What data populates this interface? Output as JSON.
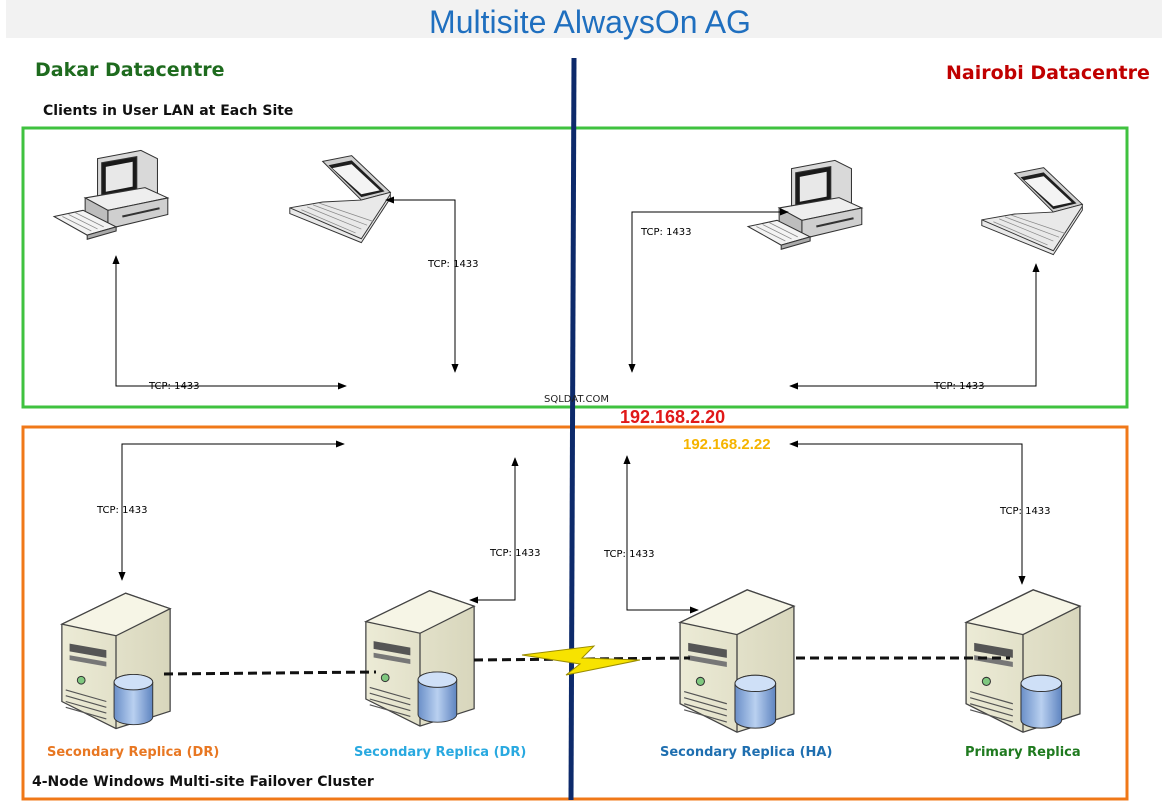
{
  "title": "Multisite AlwaysOn AG",
  "left_site": "Dakar Datacentre",
  "right_site": "Nairobi Datacentre",
  "clients_label": "Clients in User LAN at Each Site",
  "cluster_label": "4-Node Windows Multi-site Failover Cluster",
  "tcp_label": "TCP: 1433",
  "watermark": "SQLDAT.COM",
  "ip_listener": "192.168.2.20",
  "ip_secondary": "192.168.2.22",
  "nodes": [
    {
      "label": "Secondary Replica (DR)",
      "color": "#e87722"
    },
    {
      "label": "Secondary Replica (DR)",
      "color": "#29a9e0"
    },
    {
      "label": "Secondary Replica (HA)",
      "color": "#1f6fb0"
    },
    {
      "label": "Primary Replica",
      "color": "#1f7a1f"
    }
  ],
  "colors": {
    "title": "#1f6fbf",
    "left_site": "#1e6b1e",
    "right_site": "#c00000",
    "client_box": "#3fc23f",
    "cluster_box": "#f07818",
    "divider": "#0d2a6b",
    "ip_listener": "#e01818",
    "ip_secondary": "#f5b400"
  }
}
